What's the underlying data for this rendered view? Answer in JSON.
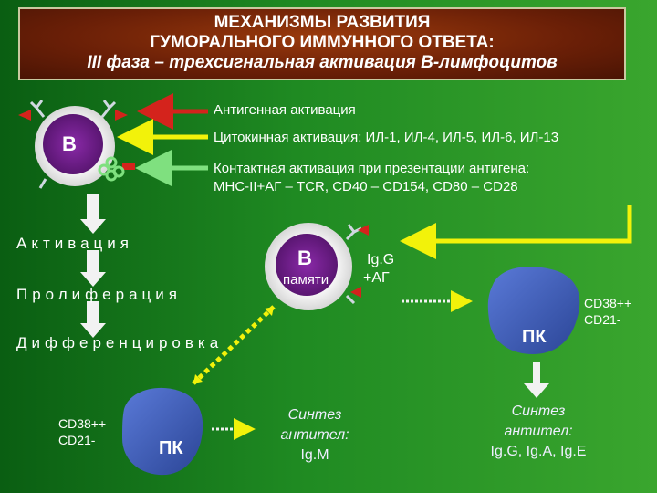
{
  "title": {
    "line1": "МЕХАНИЗМЫ РАЗВИТИЯ",
    "line2": "ГУМОРАЛЬНОГО ИММУННОГО ОТВЕТА:",
    "line3": "III фаза – трехсигнальная активация В-лимфоцитов"
  },
  "signals": {
    "antigen": "Антигенная активация",
    "cytokine": "Цитокинная активация: ИЛ-1, ИЛ-4, ИЛ-5, ИЛ-6, ИЛ-13",
    "contact_line1": "Контактная активация при презентации антигена:",
    "contact_line2": "МНС-II+АГ – TCR,   CD40 – CD154,   CD80 – CD28"
  },
  "b_cell": {
    "label": "В"
  },
  "stages": {
    "activation": "Активация",
    "proliferation": "Пролиферация",
    "differentiation": "Дифференцировка"
  },
  "memory_cell": {
    "label": "В",
    "sublabel": "памяти",
    "side_line1": "Ig.G",
    "side_line2": "+АГ"
  },
  "plasma_right": {
    "label": "ПК",
    "markers_line1": "CD38++",
    "markers_line2": "CD21-",
    "synthesis_line1": "Синтез",
    "synthesis_line2": "антител:",
    "synthesis_line3": "Ig.G, Ig.A, Ig.E"
  },
  "plasma_left": {
    "label": "ПК",
    "markers_line1": "CD38++",
    "markers_line2": "CD21-",
    "synthesis_line1": "Синтез",
    "synthesis_line2": "антител:",
    "synthesis_line3": "Ig.M"
  },
  "colors": {
    "b_cell": "#6a1d86",
    "plasma_cell": "#3b5bb5",
    "arrow_red": "#d4231c",
    "arrow_yellow": "#f2f20a",
    "arrow_green": "#7fe07f"
  }
}
